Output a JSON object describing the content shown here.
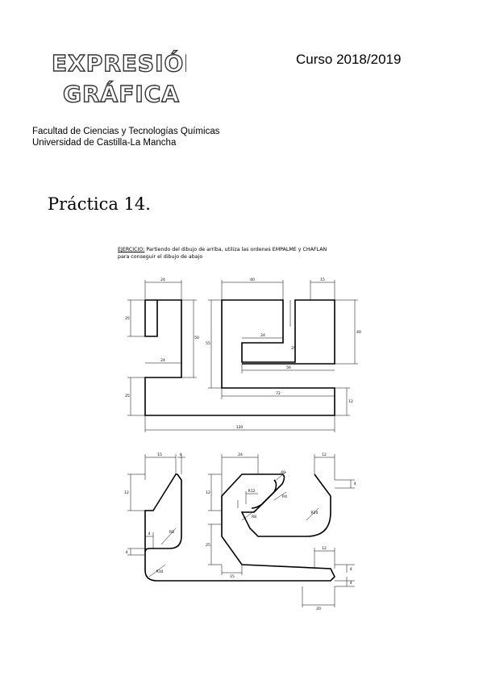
{
  "header": {
    "logo_line1": "EXPRESIÓN",
    "logo_line2": "GRÁFICA",
    "course": "Curso 2018/2019",
    "faculty": "Facultad de Ciencias y Tecnologías Químicas",
    "university": "Universidad de Castilla-La Mancha"
  },
  "practice_title": "Práctica 14.",
  "exercise": {
    "label": "EJERCICIO:",
    "line1": " Partiendo del dibujo de arriba, utiliza las ordenes EMPALME y CHAFLAN",
    "line2": "para conseguir el dibujo de abajo"
  },
  "drawing_top": {
    "dims": [
      "24",
      "40",
      "15",
      "25",
      "50",
      "55",
      "40",
      "24",
      "24",
      "25",
      "56",
      "25",
      "72",
      "12",
      "120"
    ]
  },
  "drawing_bottom": {
    "dims": [
      "15",
      "4",
      "24",
      "12",
      "12",
      "40",
      "12",
      "R8",
      "4",
      "R4",
      "R8",
      "R20",
      "4",
      "R10",
      "25",
      "4",
      "R12",
      "15",
      "12",
      "4",
      "4",
      "20"
    ]
  }
}
